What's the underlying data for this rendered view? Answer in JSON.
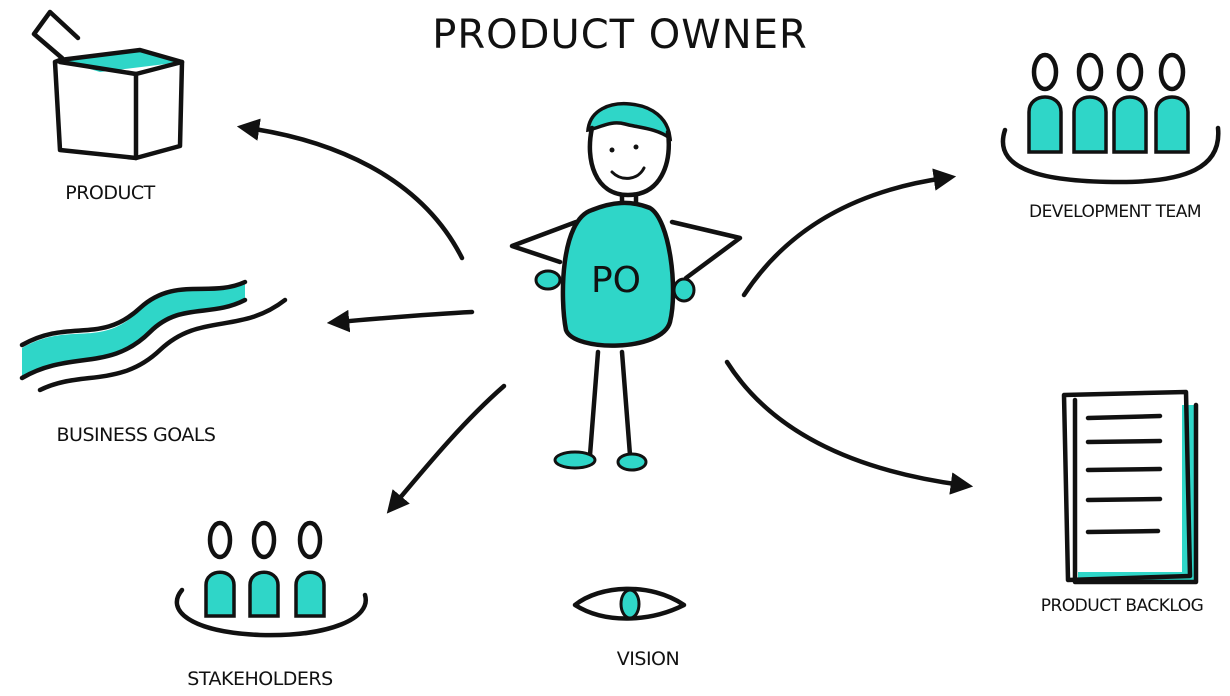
{
  "title": "PRODUCT OWNER",
  "center": {
    "badge": "PO"
  },
  "nodes": {
    "product": "PRODUCT",
    "business_goals": "BUSINESS GOALS",
    "stakeholders": "STAKEHOLDERS",
    "vision": "VISION",
    "development_team": "DEVELOPMENT TEAM",
    "product_backlog": "PRODUCT BACKLOG"
  },
  "colors": {
    "accent": "#2fd6c8",
    "ink": "#111111"
  }
}
